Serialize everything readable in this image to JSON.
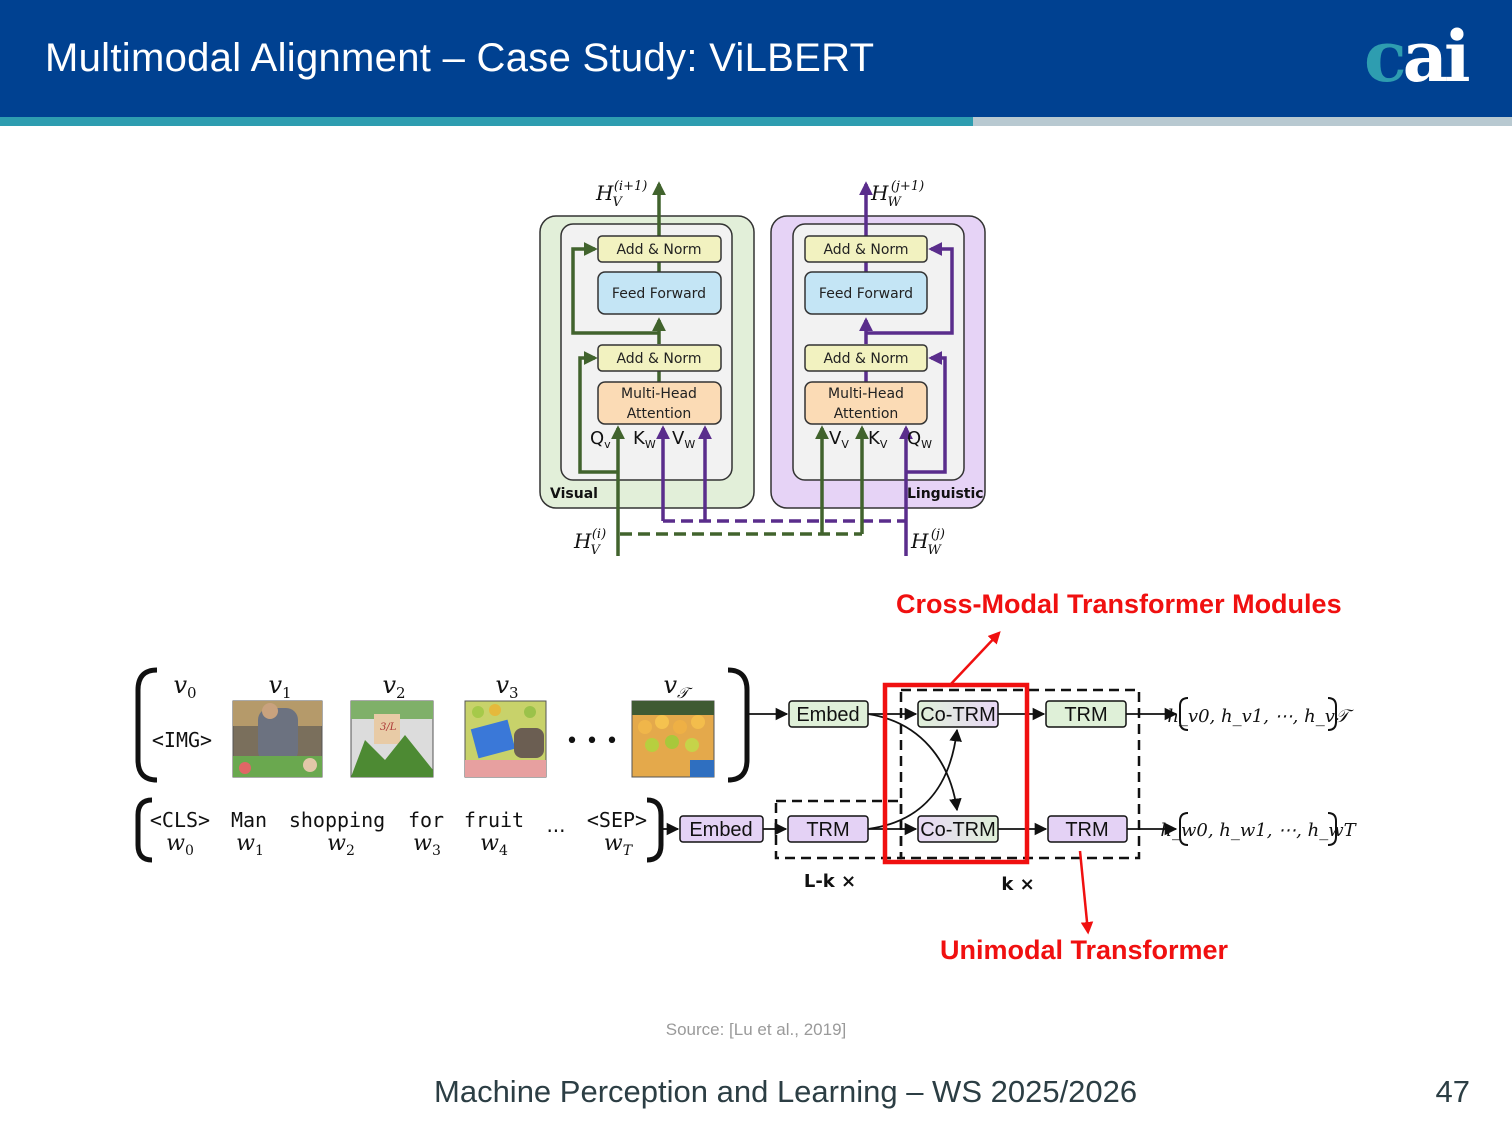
{
  "header": {
    "title": "Multimodal Alignment – Case Study: ViLBERT",
    "logo_c": "c",
    "logo_ai": "ai"
  },
  "colors": {
    "header_bg": "#004191",
    "accent_teal": "#2e9db0",
    "accent_gray": "#b8c9d1",
    "visual_green": "#41632d",
    "linguistic_purple": "#5a2d8c",
    "highlight_red": "#f01010"
  },
  "coattention": {
    "visual": {
      "stream_label": "Visual",
      "output_label": "H_V^(i+1)",
      "output_base": "H",
      "output_sub": "V",
      "output_sup": "(i+1)",
      "input_base": "H",
      "input_sub": "V",
      "input_sup": "(i)",
      "add_norm_top": "Add & Norm",
      "feed_forward": "Feed Forward",
      "add_norm_bottom": "Add & Norm",
      "attention_line1": "Multi-Head",
      "attention_line2": "Attention",
      "inputs": [
        {
          "base": "Q",
          "sub": "v"
        },
        {
          "base": "K",
          "sub": "W"
        },
        {
          "base": "V",
          "sub": "W"
        }
      ]
    },
    "linguistic": {
      "stream_label": "Linguistic",
      "output_base": "H",
      "output_sub": "W",
      "output_sup": "(j+1)",
      "input_base": "H",
      "input_sub": "W",
      "input_sup": "(j)",
      "add_norm_top": "Add & Norm",
      "feed_forward": "Feed Forward",
      "add_norm_bottom": "Add & Norm",
      "attention_line1": "Multi-Head",
      "attention_line2": "Attention",
      "inputs": [
        {
          "base": "V",
          "sub": "V"
        },
        {
          "base": "K",
          "sub": "V"
        },
        {
          "base": "Q",
          "sub": "W"
        }
      ]
    }
  },
  "architecture": {
    "image_tokens": [
      {
        "label": "v",
        "sub": "0",
        "content": "<IMG>"
      },
      {
        "label": "v",
        "sub": "1",
        "content": "image region: man at market stall"
      },
      {
        "label": "v",
        "sub": "2",
        "content": "image region: greens with price sign"
      },
      {
        "label": "v",
        "sub": "3",
        "content": "image region: fruit and blue crate"
      },
      {
        "label": "v",
        "sub": "𝒯",
        "content": "image region: crate of citrus fruit"
      }
    ],
    "image_ellipsis": "• • •",
    "text_tokens": [
      {
        "word": "<CLS>",
        "label": "w",
        "sub": "0"
      },
      {
        "word": "Man",
        "label": "w",
        "sub": "1"
      },
      {
        "word": "shopping",
        "label": "w",
        "sub": "2"
      },
      {
        "word": "for",
        "label": "w",
        "sub": "3"
      },
      {
        "word": "fruit",
        "label": "w",
        "sub": "4"
      },
      {
        "word": "<SEP>",
        "label": "w",
        "sub": "T"
      }
    ],
    "text_ellipsis": "...",
    "visual_embed": "Embed",
    "text_embed": "Embed",
    "text_trm": "TRM",
    "co_trm_top": "Co-TRM",
    "co_trm_bottom": "Co-TRM",
    "trm_top": "TRM",
    "trm_bottom": "TRM",
    "lk_repeat": "L-k ×",
    "k_repeat": "k ×",
    "visual_output": "h_v0, h_v1, ⋯, h_v𝒯",
    "text_output": "h_w0, h_w1, ⋯, h_wT",
    "annotation_cross_modal": "Cross-Modal Transformer Modules",
    "annotation_unimodal": "Unimodal Transformer"
  },
  "source": "Source: [Lu et al., 2019]",
  "footer": {
    "course": "Machine Perception and Learning – WS 2025/2026",
    "page_number": "47"
  }
}
